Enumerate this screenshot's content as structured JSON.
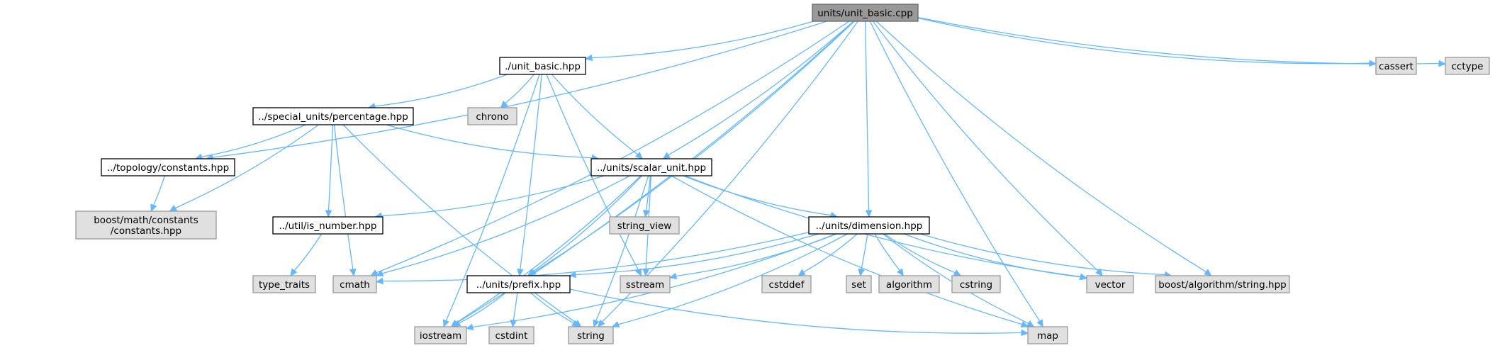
{
  "nodes": {
    "unit_basic_cpp": {
      "label": [
        "units/unit_basic.cpp"
      ],
      "kind": "root"
    },
    "unit_basic_hpp": {
      "label": [
        "./unit_basic.hpp"
      ],
      "kind": "local"
    },
    "cassert": {
      "label": [
        "cassert"
      ],
      "kind": "system"
    },
    "cctype": {
      "label": [
        "cctype"
      ],
      "kind": "system"
    },
    "chrono": {
      "label": [
        "chrono"
      ],
      "kind": "system"
    },
    "percentage_hpp": {
      "label": [
        "../special_units/percentage.hpp"
      ],
      "kind": "local"
    },
    "topology_constants_hpp": {
      "label": [
        "../topology/constants.hpp"
      ],
      "kind": "local"
    },
    "scalar_unit_hpp": {
      "label": [
        "../units/scalar_unit.hpp"
      ],
      "kind": "local"
    },
    "boost_math_constants": {
      "label": [
        "boost/math/constants",
        "/constants.hpp"
      ],
      "kind": "system"
    },
    "is_number_hpp": {
      "label": [
        "../util/is_number.hpp"
      ],
      "kind": "local"
    },
    "string_view": {
      "label": [
        "string_view"
      ],
      "kind": "system"
    },
    "dimension_hpp": {
      "label": [
        "../units/dimension.hpp"
      ],
      "kind": "local"
    },
    "type_traits": {
      "label": [
        "type_traits"
      ],
      "kind": "system"
    },
    "cmath": {
      "label": [
        "cmath"
      ],
      "kind": "system"
    },
    "prefix_hpp": {
      "label": [
        "../units/prefix.hpp"
      ],
      "kind": "local"
    },
    "sstream": {
      "label": [
        "sstream"
      ],
      "kind": "system"
    },
    "cstddef": {
      "label": [
        "cstddef"
      ],
      "kind": "system"
    },
    "set": {
      "label": [
        "set"
      ],
      "kind": "system"
    },
    "algorithm": {
      "label": [
        "algorithm"
      ],
      "kind": "system"
    },
    "cstring": {
      "label": [
        "cstring"
      ],
      "kind": "system"
    },
    "vector": {
      "label": [
        "vector"
      ],
      "kind": "system"
    },
    "boost_algorithm_string": {
      "label": [
        "boost/algorithm/string.hpp"
      ],
      "kind": "system"
    },
    "iostream": {
      "label": [
        "iostream"
      ],
      "kind": "system"
    },
    "cstdint": {
      "label": [
        "cstdint"
      ],
      "kind": "system"
    },
    "string": {
      "label": [
        "string"
      ],
      "kind": "system"
    },
    "map": {
      "label": [
        "map"
      ],
      "kind": "system"
    }
  },
  "edges": [
    [
      "unit_basic_cpp",
      "unit_basic_hpp"
    ],
    [
      "unit_basic_cpp",
      "cassert"
    ],
    [
      "unit_basic_cpp",
      "cctype"
    ],
    [
      "unit_basic_cpp",
      "topology_constants_hpp"
    ],
    [
      "unit_basic_cpp",
      "scalar_unit_hpp"
    ],
    [
      "unit_basic_cpp",
      "dimension_hpp"
    ],
    [
      "unit_basic_cpp",
      "prefix_hpp"
    ],
    [
      "unit_basic_cpp",
      "cmath"
    ],
    [
      "unit_basic_cpp",
      "iostream"
    ],
    [
      "unit_basic_cpp",
      "vector"
    ],
    [
      "unit_basic_cpp",
      "boost_algorithm_string"
    ],
    [
      "unit_basic_cpp",
      "string"
    ],
    [
      "unit_basic_cpp",
      "map"
    ],
    [
      "unit_basic_hpp",
      "chrono"
    ],
    [
      "unit_basic_hpp",
      "percentage_hpp"
    ],
    [
      "unit_basic_hpp",
      "scalar_unit_hpp"
    ],
    [
      "unit_basic_hpp",
      "prefix_hpp"
    ],
    [
      "unit_basic_hpp",
      "iostream"
    ],
    [
      "unit_basic_hpp",
      "sstream"
    ],
    [
      "percentage_hpp",
      "topology_constants_hpp"
    ],
    [
      "percentage_hpp",
      "scalar_unit_hpp"
    ],
    [
      "percentage_hpp",
      "boost_math_constants"
    ],
    [
      "percentage_hpp",
      "is_number_hpp"
    ],
    [
      "percentage_hpp",
      "cmath"
    ],
    [
      "percentage_hpp",
      "string"
    ],
    [
      "topology_constants_hpp",
      "boost_math_constants"
    ],
    [
      "scalar_unit_hpp",
      "is_number_hpp"
    ],
    [
      "scalar_unit_hpp",
      "string_view"
    ],
    [
      "scalar_unit_hpp",
      "dimension_hpp"
    ],
    [
      "scalar_unit_hpp",
      "cmath"
    ],
    [
      "scalar_unit_hpp",
      "prefix_hpp"
    ],
    [
      "scalar_unit_hpp",
      "sstream"
    ],
    [
      "scalar_unit_hpp",
      "iostream"
    ],
    [
      "scalar_unit_hpp",
      "string"
    ],
    [
      "scalar_unit_hpp",
      "vector"
    ],
    [
      "scalar_unit_hpp",
      "map"
    ],
    [
      "is_number_hpp",
      "type_traits"
    ],
    [
      "dimension_hpp",
      "cmath"
    ],
    [
      "dimension_hpp",
      "prefix_hpp"
    ],
    [
      "dimension_hpp",
      "sstream"
    ],
    [
      "dimension_hpp",
      "cstddef"
    ],
    [
      "dimension_hpp",
      "set"
    ],
    [
      "dimension_hpp",
      "algorithm"
    ],
    [
      "dimension_hpp",
      "cstring"
    ],
    [
      "dimension_hpp",
      "vector"
    ],
    [
      "dimension_hpp",
      "boost_algorithm_string"
    ],
    [
      "dimension_hpp",
      "iostream"
    ],
    [
      "dimension_hpp",
      "string"
    ],
    [
      "dimension_hpp",
      "map"
    ],
    [
      "prefix_hpp",
      "iostream"
    ],
    [
      "prefix_hpp",
      "cstdint"
    ],
    [
      "prefix_hpp",
      "string"
    ],
    [
      "prefix_hpp",
      "map"
    ]
  ],
  "colors": {
    "root_fill": "#999999",
    "root_border": "#666666",
    "local_fill": "#ffffff",
    "local_border": "#000000",
    "system_fill": "#e0e0e0",
    "system_border": "#999999",
    "edge": "#63b8ff"
  }
}
